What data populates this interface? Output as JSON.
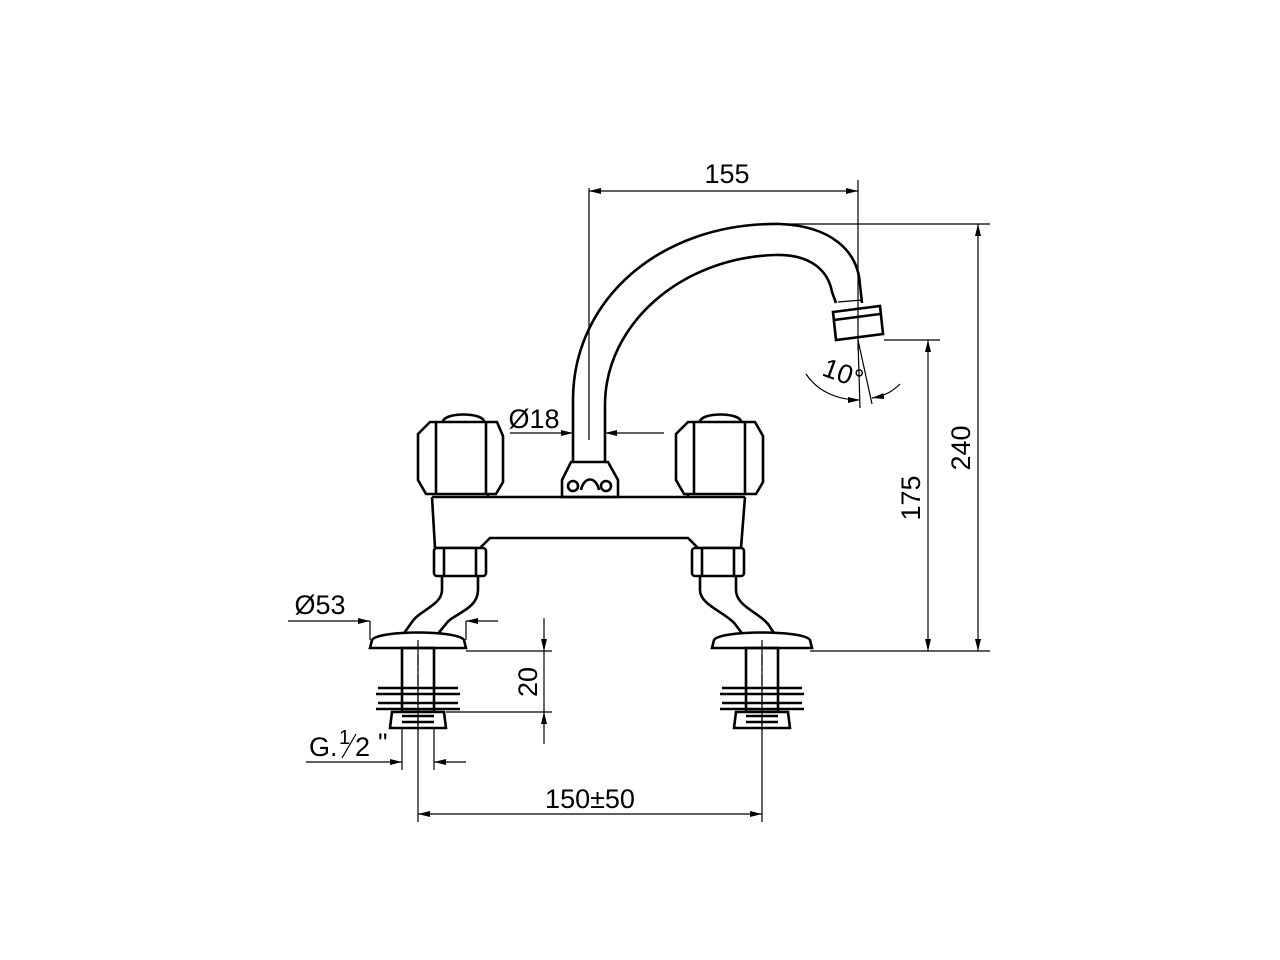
{
  "drawing": {
    "dimensions": {
      "spout_reach": "155",
      "total_height": "240",
      "outlet_height": "175",
      "spout_diameter": "Ø18",
      "spout_angle": "10°",
      "base_diameter": "Ø53",
      "shank_length": "20",
      "thread_prefix": "G.",
      "thread_num": "1",
      "thread_den": "2",
      "thread_suffix": "\"",
      "centers": "150±50"
    },
    "colors": {
      "line": "#000000",
      "background": "#ffffff"
    }
  }
}
